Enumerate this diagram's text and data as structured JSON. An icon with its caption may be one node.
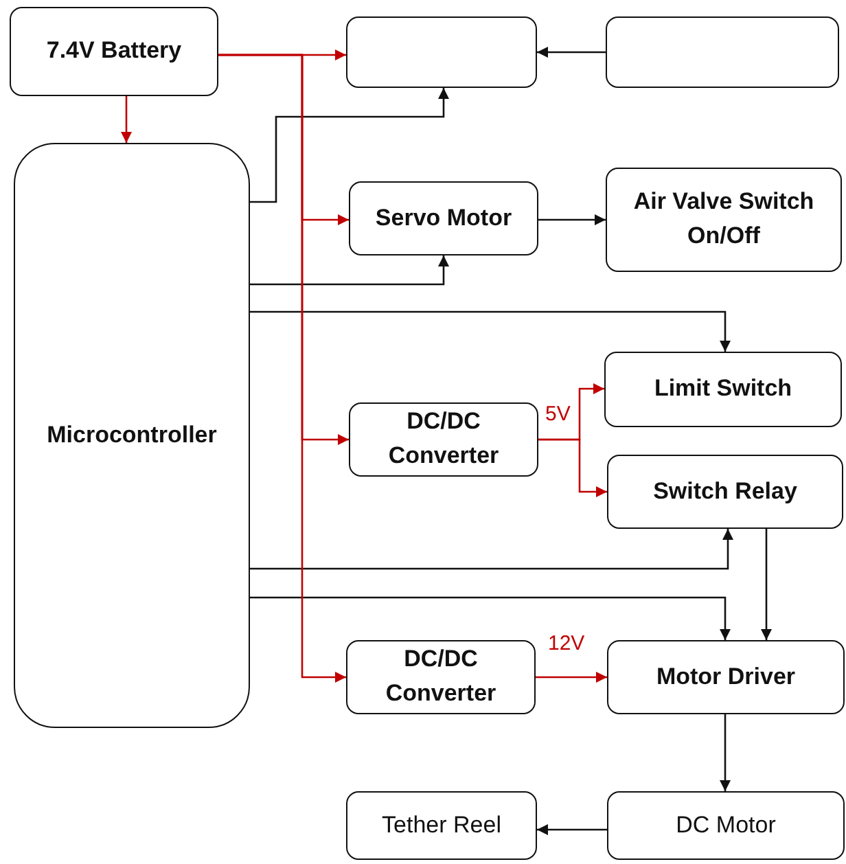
{
  "diagram": {
    "nodes": [
      {
        "text": [
          "7.4V Battery"
        ]
      },
      {
        "text": [],
        "shape": "box"
      },
      {
        "text": [],
        "shape": "box"
      },
      {
        "text": [
          "Microcontroller"
        ]
      },
      {
        "text": [
          "Servo Motor"
        ]
      },
      {
        "text": [
          "Air Valve Switch On/Off"
        ]
      },
      {
        "text": [
          "DC/DC Converter"
        ]
      },
      {
        "text": [
          "Limit Switch"
        ]
      },
      {
        "text": [
          "Switch Relay"
        ]
      },
      {
        "text": [
          "DC/DC Converter"
        ]
      },
      {
        "text": [
          "Motor Driver"
        ]
      },
      {
        "text": [
          "Tether Reel"
        ]
      },
      {
        "text": [
          "DC Motor"
        ]
      }
    ],
    "edges": [
      {
        "from": 0,
        "to": 1,
        "arrow": "to",
        "color": "#c00000"
      },
      {
        "from": 2,
        "to": 1,
        "arrow": "to"
      },
      {
        "from": 0,
        "to": 3,
        "arrow": "to",
        "color": "#c00000"
      },
      {
        "from": 3,
        "to": 1,
        "arrow": "to"
      },
      {
        "from": 0,
        "to": 4,
        "arrow": "to",
        "color": "#c00000"
      },
      {
        "from": 4,
        "to": 5,
        "arrow": "to"
      },
      {
        "from": 3,
        "to": 4,
        "arrow": "to"
      },
      {
        "from": 3,
        "to": 7,
        "arrow": "to"
      },
      {
        "from": 0,
        "to": 6,
        "arrow": "to",
        "color": "#c00000"
      },
      {
        "from": 6,
        "to": 7,
        "arrow": "to",
        "label": "5V",
        "color": "#c00000"
      },
      {
        "from": 6,
        "to": 8,
        "arrow": "to",
        "color": "#c00000"
      },
      {
        "from": 3,
        "to": 8,
        "arrow": "to"
      },
      {
        "from": 3,
        "to": 10,
        "arrow": "to"
      },
      {
        "from": 8,
        "to": 10,
        "arrow": "to"
      },
      {
        "from": 0,
        "to": 9,
        "arrow": "to",
        "color": "#c00000"
      },
      {
        "from": 9,
        "to": 10,
        "arrow": "to",
        "label": "12V",
        "color": "#c00000"
      },
      {
        "from": 10,
        "to": 12,
        "arrow": "to"
      },
      {
        "from": 12,
        "to": 11,
        "arrow": "to"
      }
    ]
  }
}
